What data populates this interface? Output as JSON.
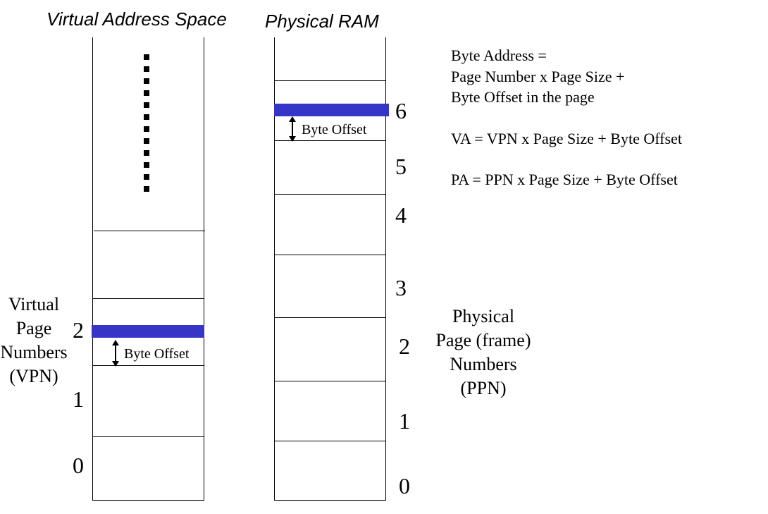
{
  "virtual_title": "Virtual Address Space",
  "physical_title": "Physical RAM",
  "formulas": {
    "byte_address_line1": "Byte Address =",
    "byte_address_line2": "Page Number x Page Size +",
    "byte_address_line3": "Byte Offset in the page",
    "va": "VA = VPN x Page Size + Byte Offset",
    "pa": "PA = PPN x Page Size + Byte Offset"
  },
  "vpn_label": [
    "Virtual",
    "Page",
    "Numbers",
    "(VPN)"
  ],
  "ppn_label": [
    "Physical",
    "Page (frame)",
    "Numbers",
    "(PPN)"
  ],
  "vpn_numbers": [
    "0",
    "1",
    "2"
  ],
  "ppn_numbers": [
    "0",
    "1",
    "2",
    "3",
    "4",
    "5",
    "6"
  ],
  "offset_label": "Byte Offset",
  "colors": {
    "highlight": "#3535c8",
    "line": "#000000"
  }
}
